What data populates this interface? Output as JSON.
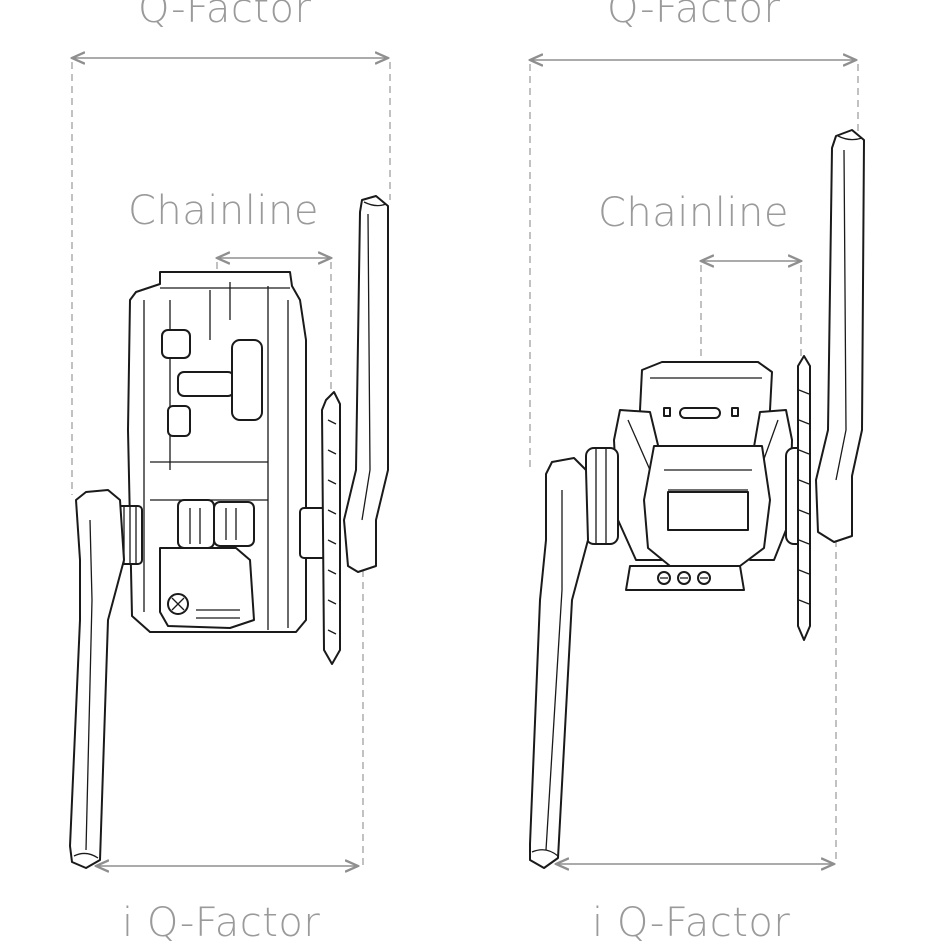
{
  "left_diagram": {
    "q_factor_label": "Q-Factor",
    "chainline_label": "Chainline",
    "i_q_factor_label": "i Q-Factor"
  },
  "right_diagram": {
    "q_factor_label": "Q-Factor",
    "chainline_label": "Chainline",
    "i_q_factor_label": "i Q-Factor"
  },
  "colors": {
    "label_text": "#9a9a9a",
    "dimension_line": "#8f8f8f",
    "drawing_stroke": "#1a1a1a",
    "background": "#ffffff"
  }
}
